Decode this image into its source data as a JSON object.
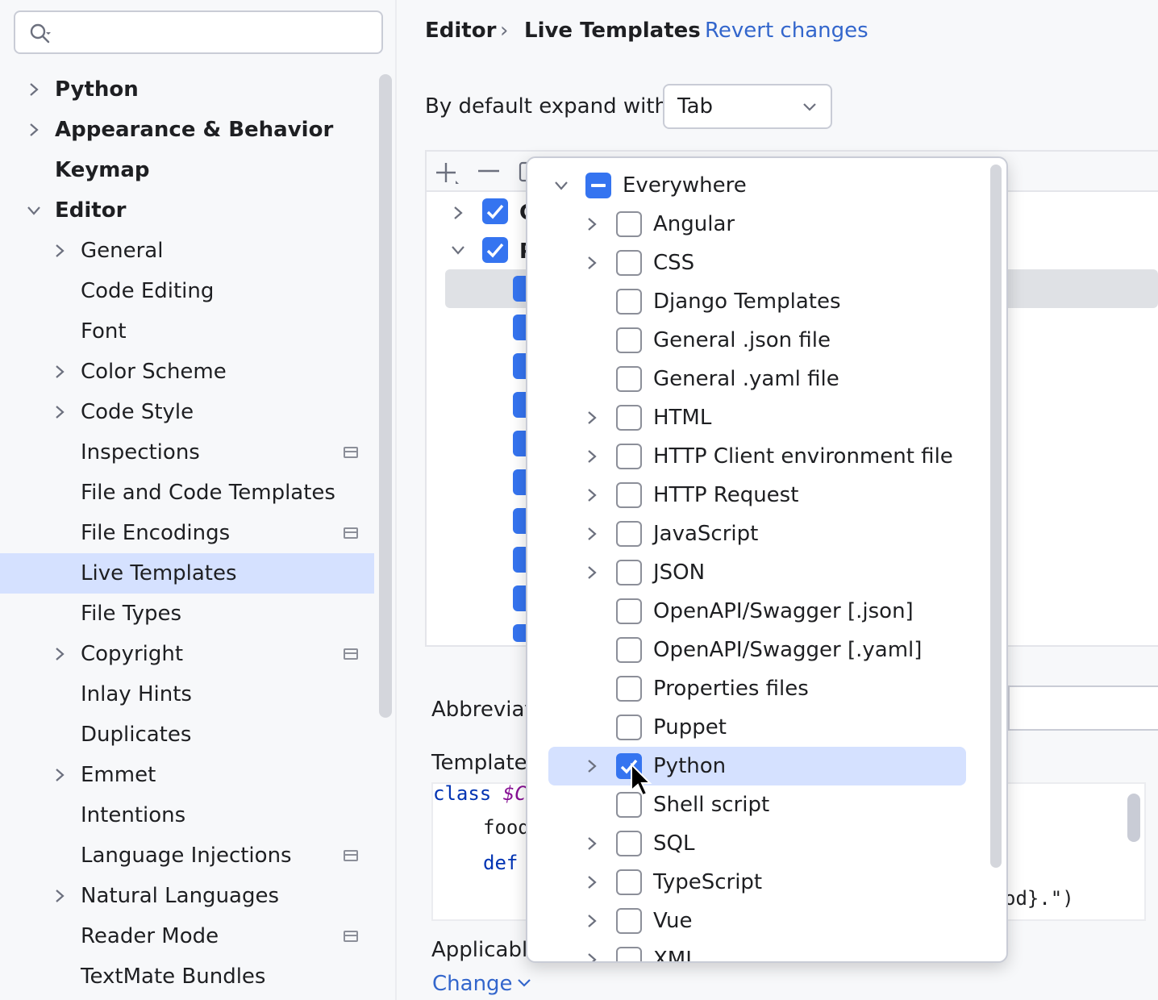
{
  "search": {
    "placeholder": ""
  },
  "sidebar": {
    "items": [
      {
        "label": "Python",
        "level": 0,
        "expandable": true,
        "bold": true
      },
      {
        "label": "Appearance & Behavior",
        "level": 0,
        "expandable": true,
        "bold": true
      },
      {
        "label": "Keymap",
        "level": 0,
        "expandable": false,
        "bold": true
      },
      {
        "label": "Editor",
        "level": 0,
        "expandable": true,
        "expanded": true,
        "bold": true
      },
      {
        "label": "General",
        "level": 1,
        "expandable": true
      },
      {
        "label": "Code Editing",
        "level": 1
      },
      {
        "label": "Font",
        "level": 1
      },
      {
        "label": "Color Scheme",
        "level": 1,
        "expandable": true
      },
      {
        "label": "Code Style",
        "level": 1,
        "expandable": true
      },
      {
        "label": "Inspections",
        "level": 1,
        "badge": true
      },
      {
        "label": "File and Code Templates",
        "level": 1
      },
      {
        "label": "File Encodings",
        "level": 1,
        "badge": true
      },
      {
        "label": "Live Templates",
        "level": 1,
        "selected": true
      },
      {
        "label": "File Types",
        "level": 1
      },
      {
        "label": "Copyright",
        "level": 1,
        "expandable": true,
        "badge": true
      },
      {
        "label": "Inlay Hints",
        "level": 1
      },
      {
        "label": "Duplicates",
        "level": 1
      },
      {
        "label": "Emmet",
        "level": 1,
        "expandable": true
      },
      {
        "label": "Intentions",
        "level": 1
      },
      {
        "label": "Language Injections",
        "level": 1,
        "badge": true
      },
      {
        "label": "Natural Languages",
        "level": 1,
        "expandable": true
      },
      {
        "label": "Reader Mode",
        "level": 1,
        "badge": true
      },
      {
        "label": "TextMate Bundles",
        "level": 1
      }
    ]
  },
  "header": {
    "breadcrumb_parent": "Editor",
    "breadcrumb_separator": "›",
    "breadcrumb_current": "Live Templates",
    "revert_label": "Revert changes"
  },
  "expand": {
    "label": "By default expand with",
    "value": "Tab"
  },
  "templates": {
    "group_initials": [
      "C",
      "P"
    ]
  },
  "details": {
    "abbreviation_label": "Abbreviat",
    "template_label": "Template",
    "applicable_label": "Applicable",
    "change_label": "Change"
  },
  "code": {
    "line1_kw": "class",
    "line1_var": "$C",
    "line2": "food",
    "line3_kw": "def",
    "line4_tail": "od}.\")"
  },
  "popup": {
    "root": {
      "label": "Everywhere",
      "state": "partial"
    },
    "items": [
      {
        "label": "Angular",
        "expandable": true,
        "checked": false
      },
      {
        "label": "CSS",
        "expandable": true,
        "checked": false
      },
      {
        "label": "Django Templates",
        "expandable": false,
        "checked": false
      },
      {
        "label": "General .json file",
        "expandable": false,
        "checked": false
      },
      {
        "label": "General .yaml file",
        "expandable": false,
        "checked": false
      },
      {
        "label": "HTML",
        "expandable": true,
        "checked": false
      },
      {
        "label": "HTTP Client environment file",
        "expandable": true,
        "checked": false
      },
      {
        "label": "HTTP Request",
        "expandable": true,
        "checked": false
      },
      {
        "label": "JavaScript",
        "expandable": true,
        "checked": false
      },
      {
        "label": "JSON",
        "expandable": true,
        "checked": false
      },
      {
        "label": "OpenAPI/Swagger [.json]",
        "expandable": false,
        "checked": false
      },
      {
        "label": "OpenAPI/Swagger [.yaml]",
        "expandable": false,
        "checked": false
      },
      {
        "label": "Properties files",
        "expandable": false,
        "checked": false
      },
      {
        "label": "Puppet",
        "expandable": false,
        "checked": false
      },
      {
        "label": "Python",
        "expandable": true,
        "checked": true,
        "highlighted": true
      },
      {
        "label": "Shell script",
        "expandable": false,
        "checked": false
      },
      {
        "label": "SQL",
        "expandable": true,
        "checked": false
      },
      {
        "label": "TypeScript",
        "expandable": true,
        "checked": false
      },
      {
        "label": "Vue",
        "expandable": true,
        "checked": false
      },
      {
        "label": "XML",
        "expandable": true,
        "checked": false
      }
    ]
  },
  "colors": {
    "accent": "#3574f0",
    "selection": "#d5e1ff",
    "link": "#3366cc"
  }
}
